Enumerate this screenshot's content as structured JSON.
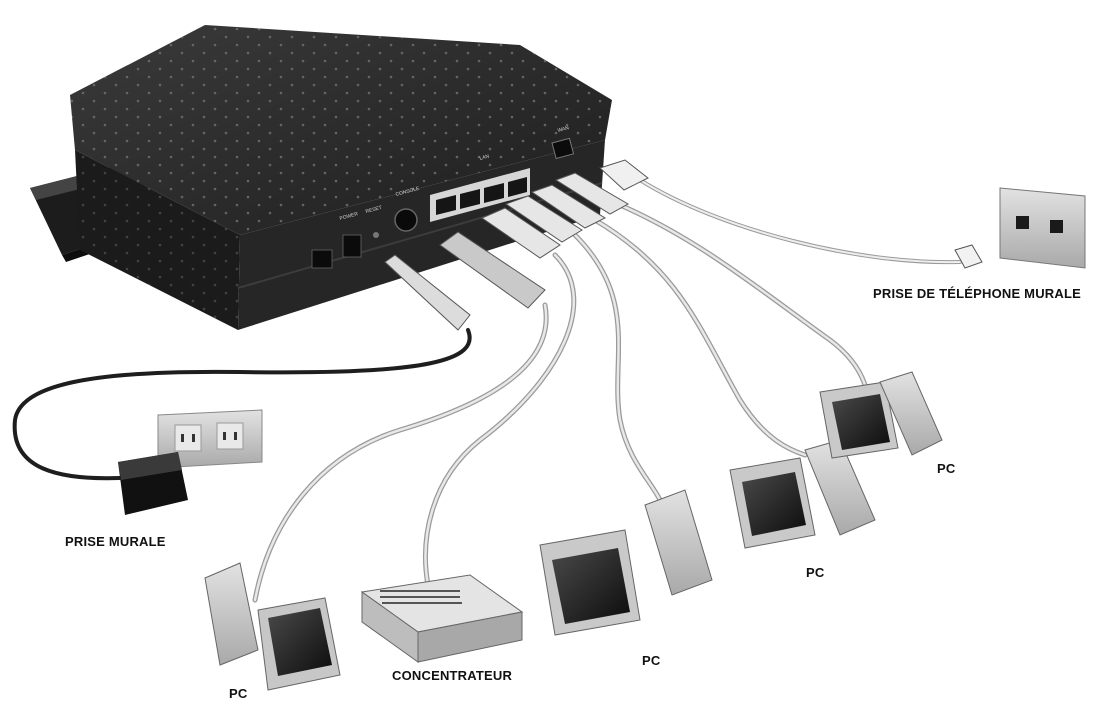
{
  "labels": {
    "wall_phone_jack": "PRISE DE TÉLÉPHONE MURALE",
    "wall_outlet": "PRISE MURALE",
    "hub": "CONCENTRATEUR",
    "pc_1": "PC",
    "pc_2": "PC",
    "pc_3": "PC",
    "pc_4": "PC"
  },
  "router_panel": {
    "power_label": "POWER",
    "reset_label": "RESET",
    "console_label": "CONSOLE",
    "lan_label": "LAN",
    "wan_label": "WAN"
  },
  "colors": {
    "router_body": "#2a2a2a",
    "cable": "#c8c8c8",
    "power_cord": "#222222",
    "device": "#bdbdbd"
  }
}
